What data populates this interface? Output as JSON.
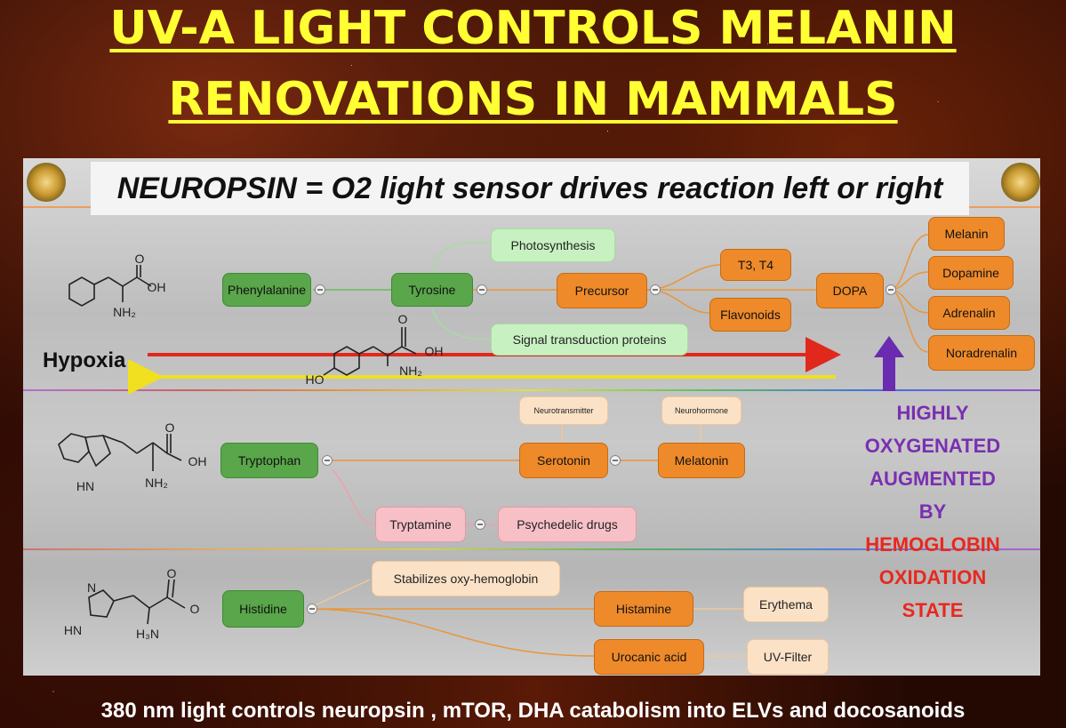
{
  "title_line1": "UV-A LIGHT CONTROLS MELANIN",
  "title_line2": "RENOVATIONS IN MAMMALS",
  "subtitle": "NEUROPSIN = O2 light sensor drives reaction left or right",
  "hypoxia_label": "Hypoxia",
  "nodes": {
    "phenylalanine": "Phenylalanine",
    "tyrosine": "Tyrosine",
    "photosynthesis": "Photosynthesis",
    "signal": "Signal transduction proteins",
    "precursor": "Precursor",
    "t3t4": "T3, T4",
    "flavonoids": "Flavonoids",
    "dopa": "DOPA",
    "melanin": "Melanin",
    "dopamine": "Dopamine",
    "adrenalin": "Adrenalin",
    "noradrenalin": "Noradrenalin",
    "tryptophan": "Tryptophan",
    "neurotransmitter": "Neurotransmitter",
    "neurohormone": "Neurohormone",
    "serotonin": "Serotonin",
    "melatonin": "Melatonin",
    "tryptamine": "Tryptamine",
    "psychedelic": "Psychedelic drugs",
    "histidine": "Histidine",
    "stabilizes": "Stabilizes oxy-hemoglobin",
    "histamine": "Histamine",
    "erythema": "Erythema",
    "urocanic": "Urocanic acid",
    "uvfilter": "UV-Filter"
  },
  "molecule_labels": {
    "phe_oh": "OH",
    "phe_o": "O",
    "phe_nh2": "NH₂",
    "tyr_oh": "OH",
    "tyr_o": "O",
    "tyr_ho": "HO",
    "tyr_nh2": "NH₂",
    "trp_oh": "OH",
    "trp_o": "O",
    "trp_nh2": "NH₂",
    "trp_hn": "HN",
    "his_o1": "O",
    "his_o2": "O",
    "his_n": "N",
    "his_hn": "HN",
    "his_h3n": "H₃N"
  },
  "side_text": {
    "line1": "HIGHLY",
    "line2": "OXYGENATED",
    "line3": "AUGMENTED",
    "line4": "BY",
    "line5": "HEMOGLOBIN",
    "line6": "OXIDATION",
    "line7": "STATE"
  },
  "footer": "380 nm light controls neuropsin , mTOR, DHA catabolism into ELVs and docosanoids",
  "colors": {
    "title": "#ffff33",
    "purple_text": "#7a2fb0",
    "red_text": "#e8281e",
    "red_arrow": "#e0281c",
    "yellow_arrow": "#f0e020",
    "tree_line": "#e8963a",
    "green_line": "#6cb85a",
    "pink_line": "#f0a0a8"
  }
}
